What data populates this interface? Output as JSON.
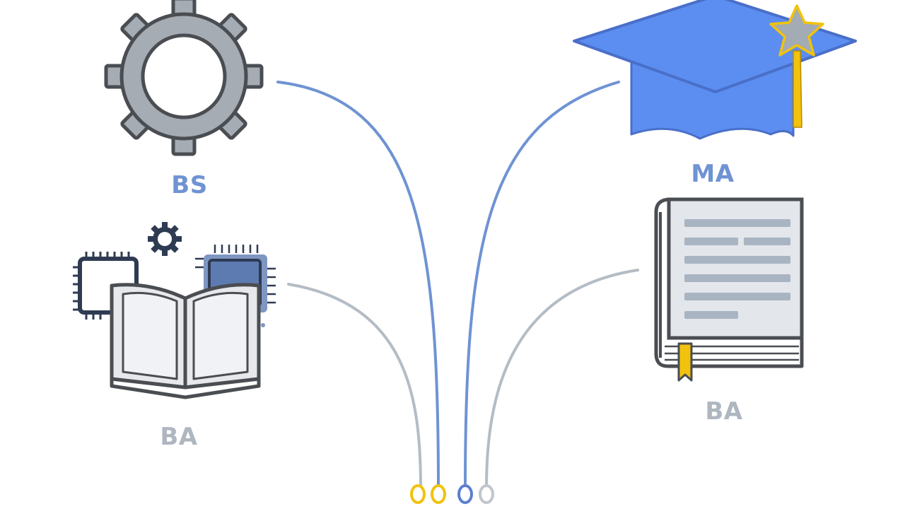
{
  "labels": {
    "bs": "BS",
    "ba_left": "BA",
    "ma": "MA",
    "ba_right": "BA"
  },
  "icons": {
    "bs": "gear-icon",
    "ba_left": "open-book-with-chips-icon",
    "ma": "graduation-cap-icon",
    "ba_right": "closed-book-icon"
  },
  "colors": {
    "blue": "#6f93d3",
    "blue_strong": "#5b8ef0",
    "gray": "#b4bcc4",
    "gray_icon": "#a5acb3",
    "yellow": "#f2c20c",
    "outline": "#4a4d52",
    "navy": "#2e3b52"
  }
}
